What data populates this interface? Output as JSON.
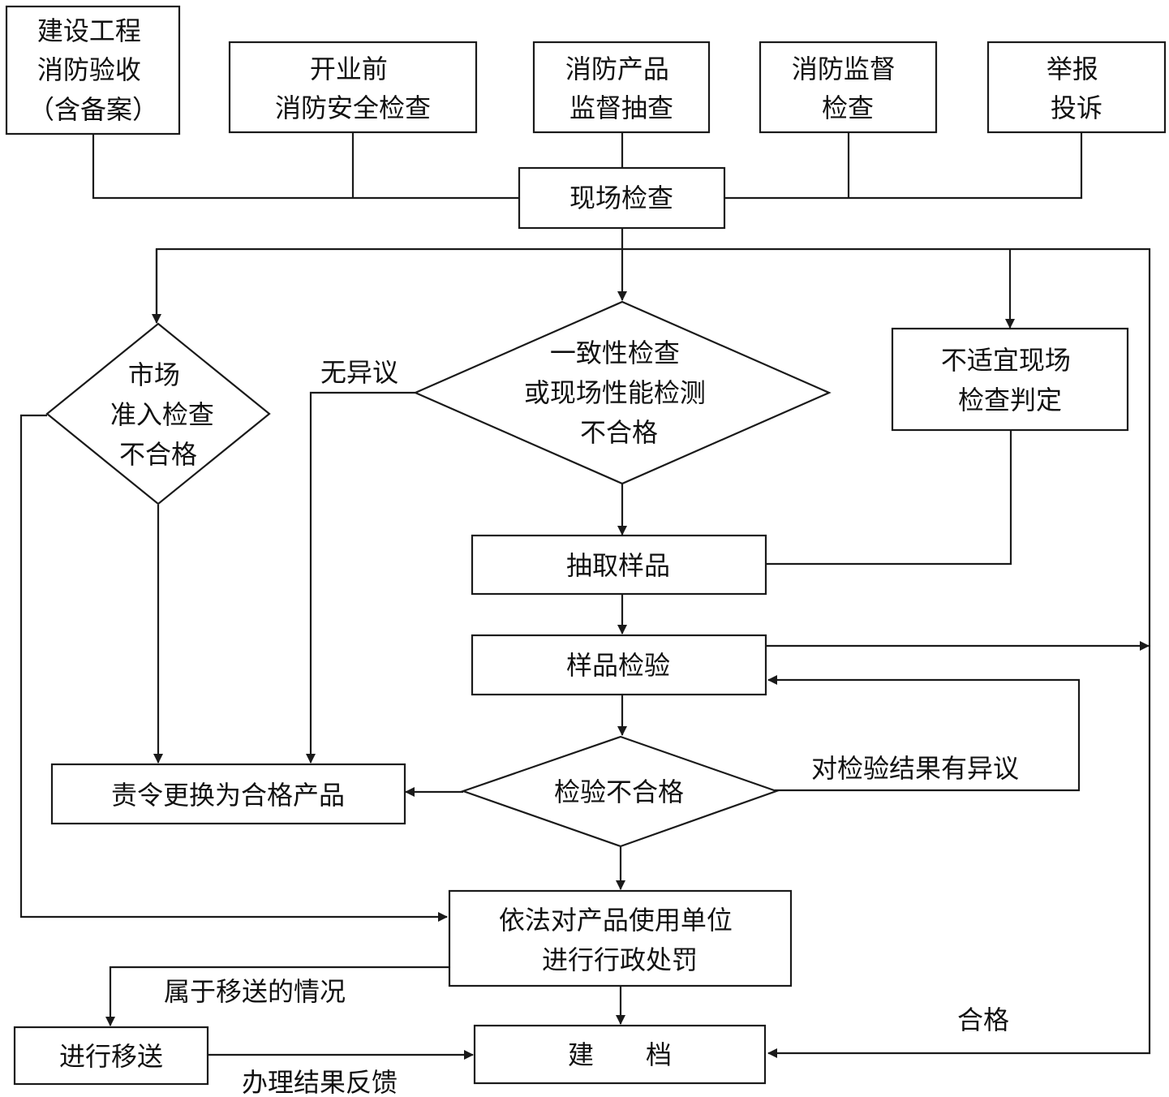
{
  "nodes": {
    "acceptance": [
      "建设工程",
      "消防验收",
      "（含备案）"
    ],
    "pre_open": [
      "开业前",
      "消防安全检查"
    ],
    "product_check": [
      "消防产品",
      "监督抽查"
    ],
    "supervision": [
      "消防监督",
      "检查"
    ],
    "report": [
      "举报",
      "投诉"
    ],
    "onsite": [
      "现场检查"
    ],
    "market": [
      "市场",
      "准入检查",
      "不合格"
    ],
    "consistency": [
      "一致性检查",
      "或现场性能检测",
      "不合格"
    ],
    "unsuitable": [
      "不适宜现场",
      "检查判定"
    ],
    "sampling": [
      "抽取样品"
    ],
    "testing": [
      "样品检验"
    ],
    "test_fail": [
      "检验不合格"
    ],
    "replace": [
      "责令更换为合格产品"
    ],
    "penalty": [
      "依法对产品使用单位",
      "进行行政处罚"
    ],
    "transfer": [
      "进行移送"
    ],
    "archive": [
      "建　　档"
    ]
  },
  "edge_labels": {
    "no_objection": "无异议",
    "objection": "对检验结果有异议",
    "transfer_case": "属于移送的情况",
    "feedback": "办理结果反馈",
    "qualified": "合格"
  }
}
